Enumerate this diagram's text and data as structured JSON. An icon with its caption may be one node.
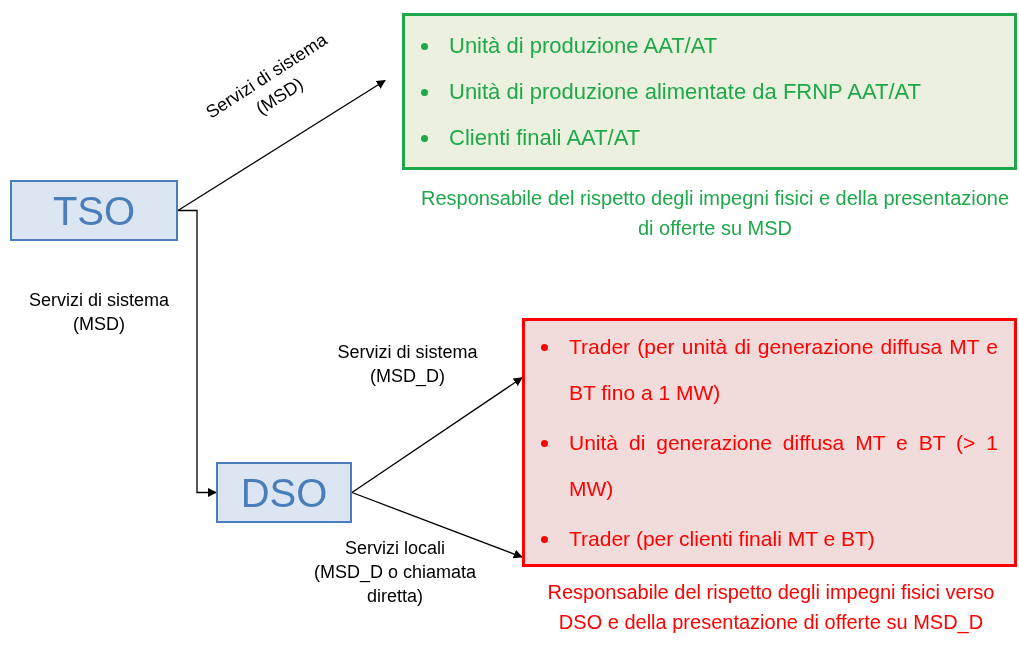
{
  "diagram": {
    "nodes": [
      {
        "text": [
          "TSO"
        ]
      },
      {
        "text": [
          "Unità di produzione AAT/AT",
          "Unità di produzione alimentate da FRNP AAT/AT",
          "Clienti finali AAT/AT"
        ],
        "beside": [
          "Responsabile del rispetto degli impegni fisici e della presentazione di offerte su MSD"
        ]
      },
      {
        "text": [
          "DSO"
        ]
      },
      {
        "text": [
          "Trader (per unità di generazione diffusa MT e BT fino a 1 MW)",
          "Unità di generazione diffusa MT e BT (> 1 MW)",
          "Trader (per clienti finali MT e BT)"
        ],
        "beside": [
          "Responsabile del rispetto degli impegni fisici verso DSO e della presentazione di offerte su MSD_D"
        ]
      }
    ],
    "edges": [
      {
        "from": 0,
        "to": 1,
        "arrow": "to",
        "label": "Servizi di sistema (MSD)"
      },
      {
        "from": 0,
        "to": 2,
        "arrow": "to",
        "label": "Servizi di sistema (MSD)"
      },
      {
        "from": 2,
        "to": 3,
        "arrow": "to",
        "label": "Servizi di sistema (MSD_D)"
      },
      {
        "from": 2,
        "to": 3,
        "arrow": "to",
        "label": "Servizi locali (MSD_D o chiamata diretta)"
      }
    ]
  }
}
